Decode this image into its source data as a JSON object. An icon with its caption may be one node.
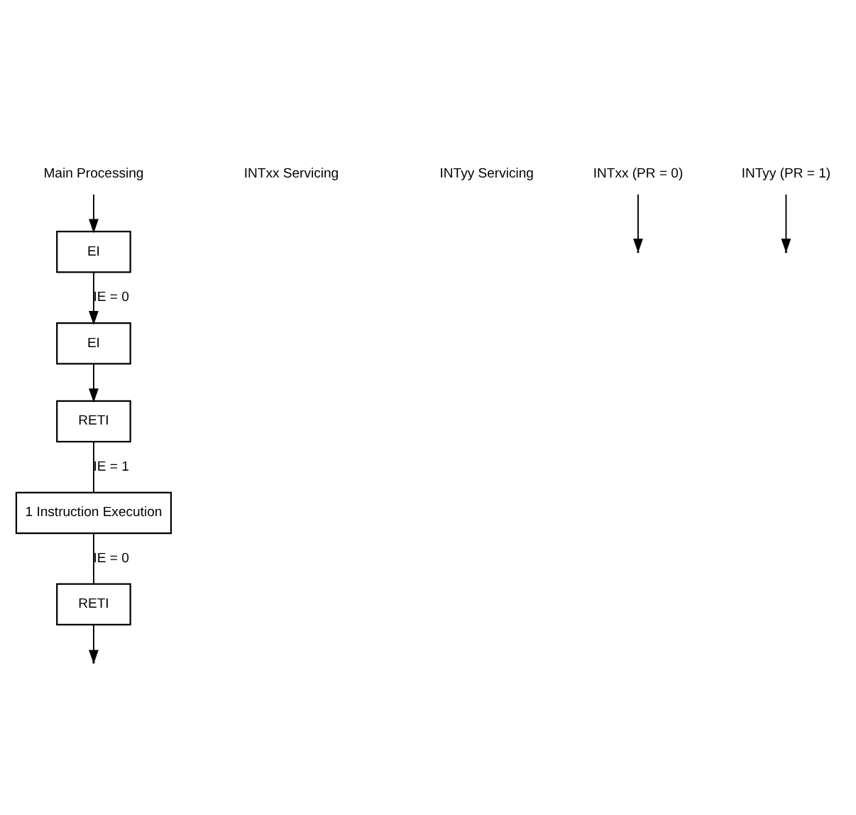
{
  "diagram": {
    "nodes": [
      {
        "text": [
          "Main Processing"
        ]
      },
      {
        "text": [
          "EI"
        ]
      },
      {
        "text": [
          "EI"
        ]
      },
      {
        "text": [
          "RETI"
        ]
      },
      {
        "text": [
          "1 Instruction Execution"
        ]
      },
      {
        "text": [
          "RETI"
        ]
      },
      {
        "text": [
          "INTxx (PR = 0)"
        ]
      },
      {
        "text": [
          "INTyy (PR = 1)"
        ]
      }
    ],
    "edges": [
      {
        "from": 0,
        "to": 1,
        "arrow": "to"
      },
      {
        "from": 1,
        "to": 2,
        "arrow": "to",
        "label": "IE = 0"
      },
      {
        "from": 2,
        "to": 3,
        "arrow": "to"
      },
      {
        "from": 3,
        "to": 4,
        "arrow": "none",
        "label": "IE = 1"
      },
      {
        "from": 4,
        "to": 5,
        "arrow": "none",
        "label": "IE = 0"
      },
      {
        "from": 5,
        "to": null,
        "arrow": "to"
      },
      {
        "from": 6,
        "to": null,
        "arrow": "to"
      },
      {
        "from": 7,
        "to": null,
        "arrow": "to"
      }
    ],
    "labels": [
      "INTxx Servicing",
      "INTyy Servicing"
    ]
  }
}
